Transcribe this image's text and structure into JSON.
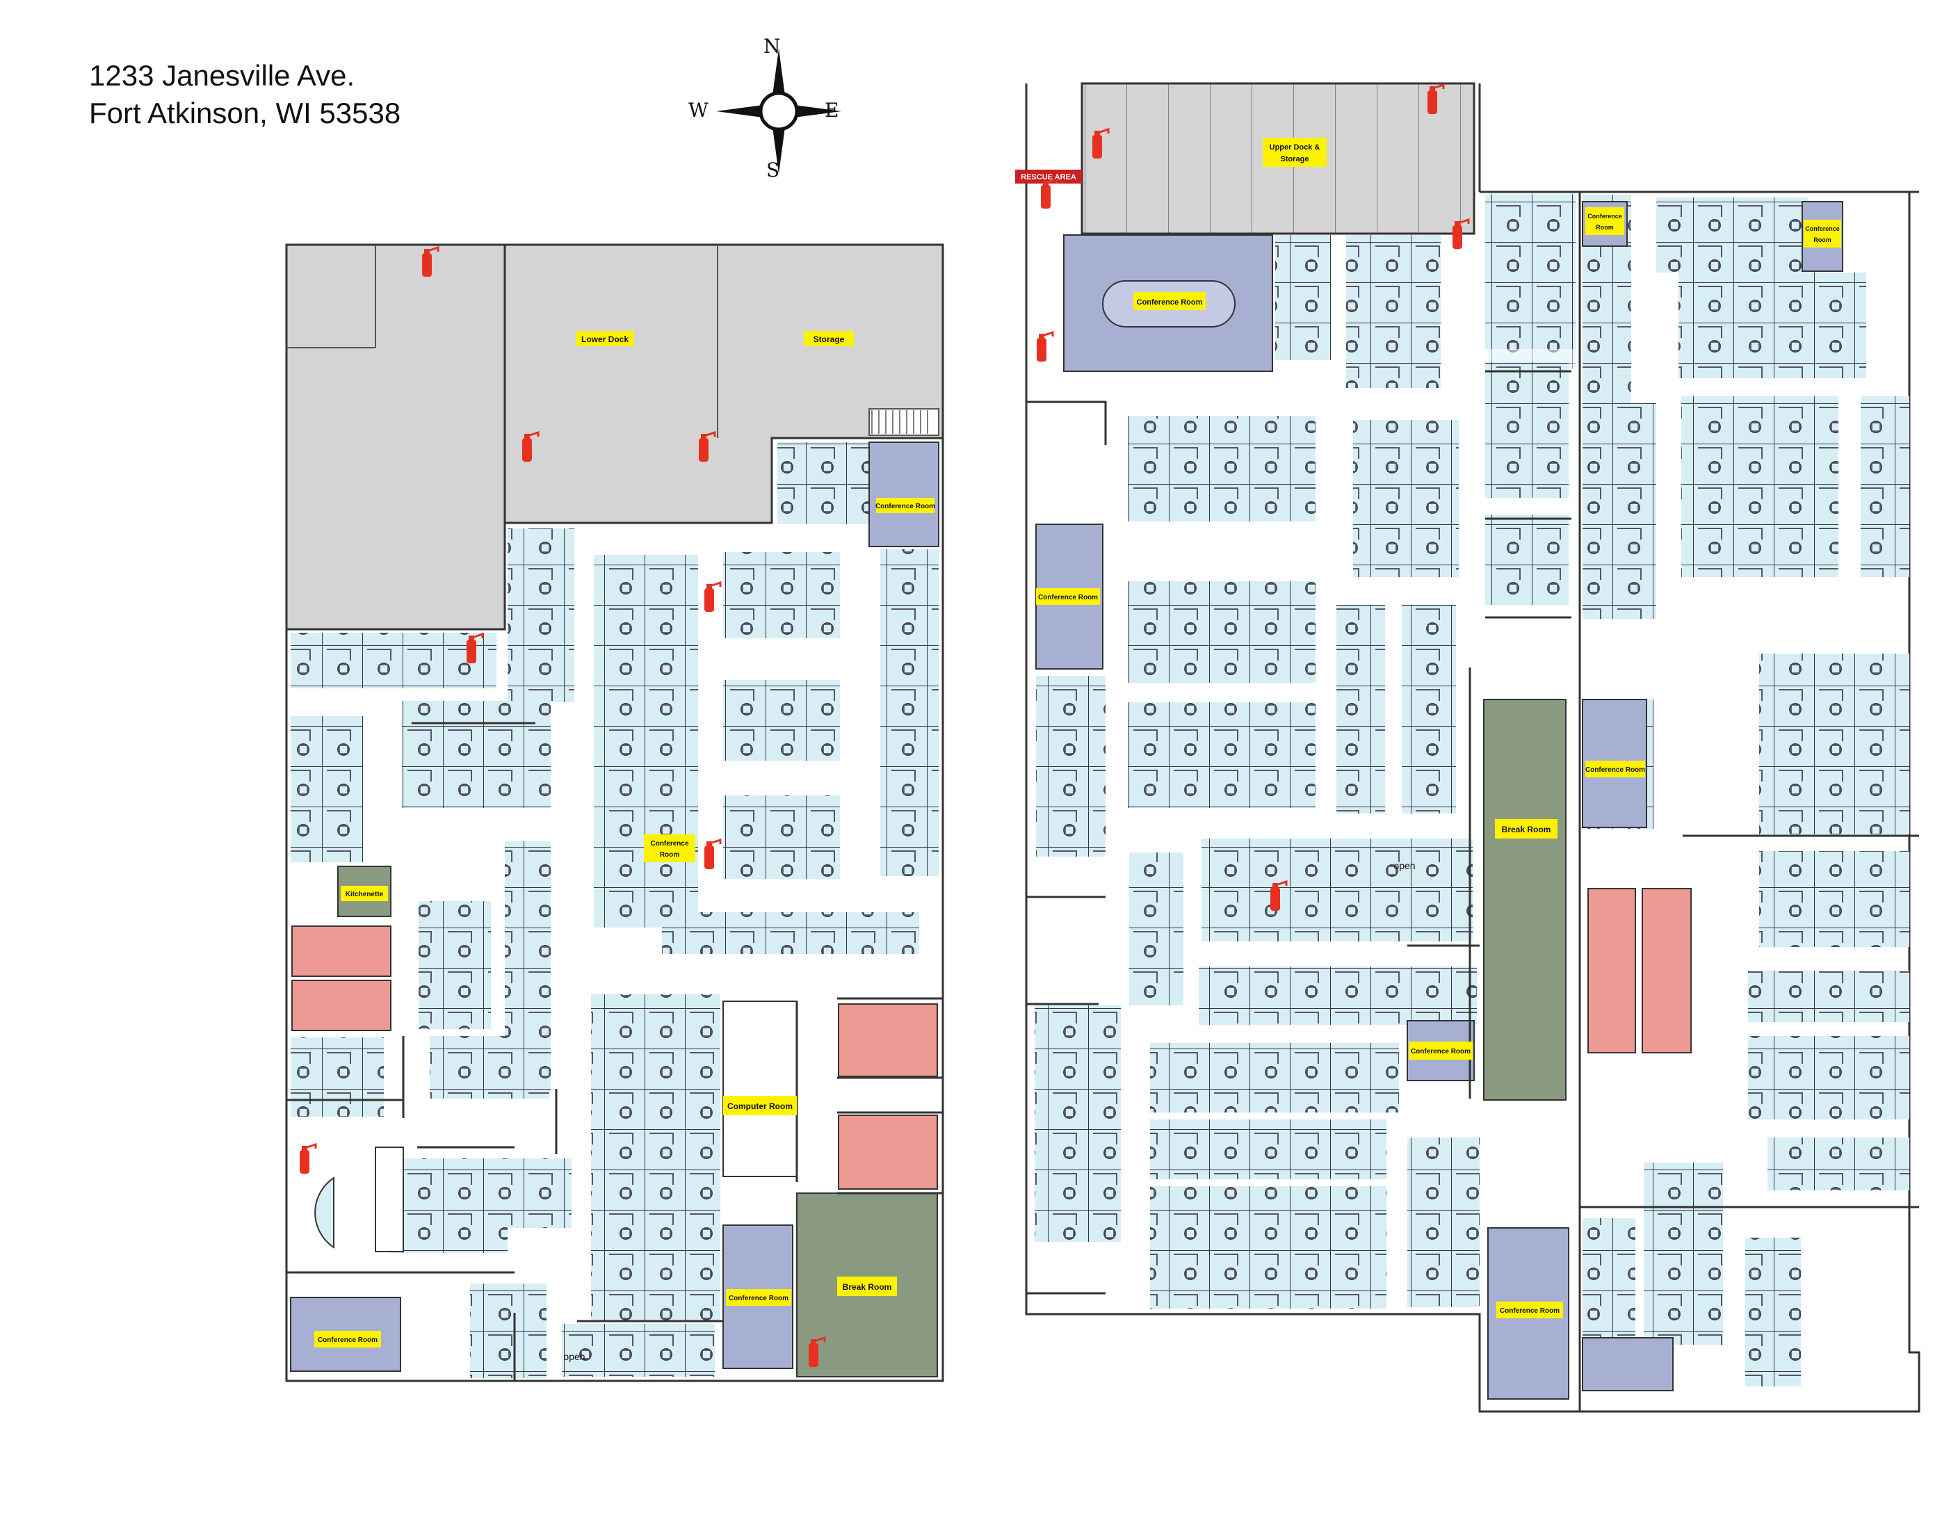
{
  "address": {
    "line1": "1233 Janesville Ave.",
    "line2": "Fort Atkinson, WI  53538"
  },
  "compass": {
    "n": "N",
    "s": "S",
    "e": "E",
    "w": "W"
  },
  "labels": {
    "lower_dock": "Lower Dock",
    "storage": "Storage",
    "kitchenette": "Kitchenette",
    "computer_room": "Computer Room",
    "break_room": "Break Room",
    "conference_room": "Conference Room",
    "conference": "Conference",
    "room": "Room",
    "open": "open",
    "upper_dock_l1": "Upper Dock &",
    "upper_dock_l2": "Storage",
    "rescue_area": "RESCUE AREA"
  },
  "colors": {
    "dock_gray": "#d4d4d4",
    "cubicle_blue": "#d7eef4",
    "conference_purple": "#a7b0d3",
    "restroom_red": "#ee9a94",
    "break_green": "#8a9a80",
    "label_yellow": "#fff200",
    "extinguisher_red": "#e83020",
    "wall": "#333333"
  }
}
